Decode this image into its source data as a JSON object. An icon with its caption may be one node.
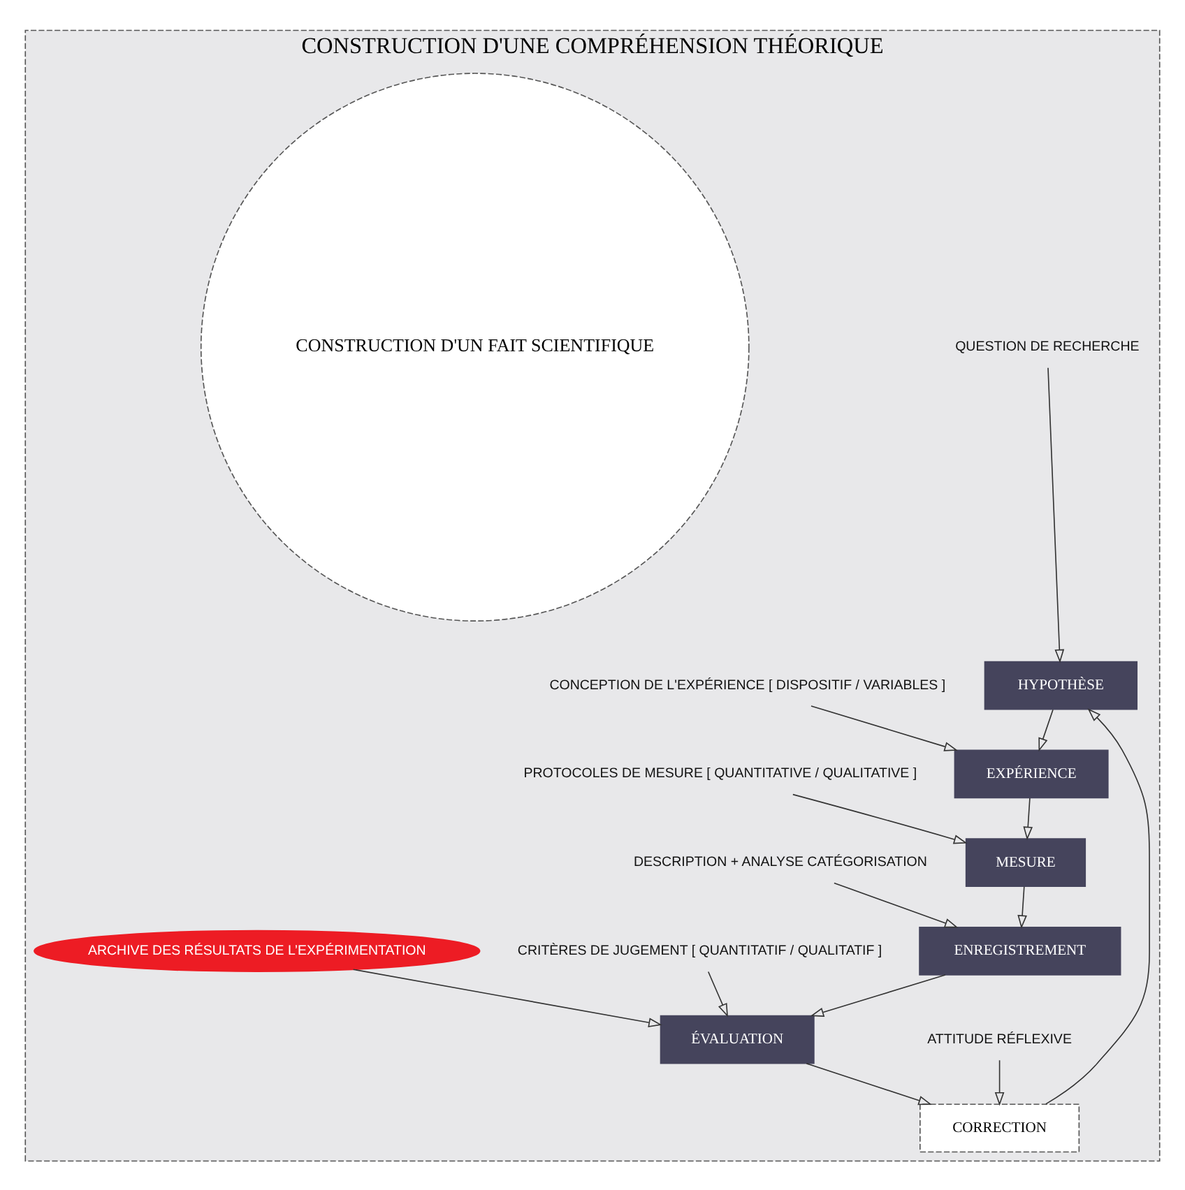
{
  "diagram": {
    "nodes": [
      {
        "text": [
          "CONSTRUCTION D'UNE COMPRÉHENSION THÉORIQUE"
        ]
      },
      {
        "text": [
          "QUESTION DE RECHERCHE"
        ],
        "in": 0
      },
      {
        "text": [
          "CONCEPTION DE L'EXPÉRIENCE [ DISPOSITIF / VARIABLES ]"
        ],
        "in": 0
      },
      {
        "text": [
          "PROTOCOLES DE MESURE [ QUANTITATIVE / QUALITATIVE ]"
        ],
        "in": 0
      },
      {
        "text": [
          "DESCRIPTION + ANALYSE CATÉGORISATION"
        ],
        "in": 0
      },
      {
        "text": [
          "CRITÈRES DE JUGEMENT [ QUANTITATIF / QUALITATIF ]"
        ],
        "in": 0
      },
      {
        "text": [
          "ATTITUDE RÉFLEXIVE"
        ],
        "in": 0
      },
      {
        "text": [
          "HYPOTHÈSE"
        ],
        "in": 0
      },
      {
        "text": [
          "EXPÉRIENCE"
        ],
        "in": 0
      },
      {
        "text": [
          "MESURE"
        ],
        "in": 0
      },
      {
        "text": [
          "ENREGISTREMENT"
        ],
        "in": 0
      },
      {
        "text": [
          "ÉVALUATION"
        ],
        "in": 0
      },
      {
        "text": [
          "CORRECTION"
        ],
        "in": 0
      },
      {
        "text": [
          "CONSTRUCTION D'UN FAIT SCIENTIFIQUE"
        ],
        "in": 0
      },
      {
        "text": [
          "ARCHIVE DES RÉSULTATS DE L’EXPÉRIMENTATION"
        ],
        "in": 0
      }
    ],
    "edges": [
      {
        "from": 1,
        "to": 7,
        "arrow": "to"
      },
      {
        "from": 2,
        "to": 8,
        "arrow": "to"
      },
      {
        "from": 3,
        "to": 9,
        "arrow": "to"
      },
      {
        "from": 4,
        "to": 10,
        "arrow": "to"
      },
      {
        "from": 5,
        "to": 11,
        "arrow": "to"
      },
      {
        "from": 6,
        "to": 12,
        "arrow": "to"
      },
      {
        "from": 7,
        "to": 8,
        "arrow": "to"
      },
      {
        "from": 8,
        "to": 9,
        "arrow": "to"
      },
      {
        "from": 9,
        "to": 10,
        "arrow": "to"
      },
      {
        "from": 10,
        "to": 11,
        "arrow": "to"
      },
      {
        "from": 11,
        "to": 12,
        "arrow": "to"
      },
      {
        "from": 12,
        "to": 7,
        "arrow": "to"
      },
      {
        "from": 14,
        "to": 11,
        "arrow": "to"
      }
    ]
  }
}
